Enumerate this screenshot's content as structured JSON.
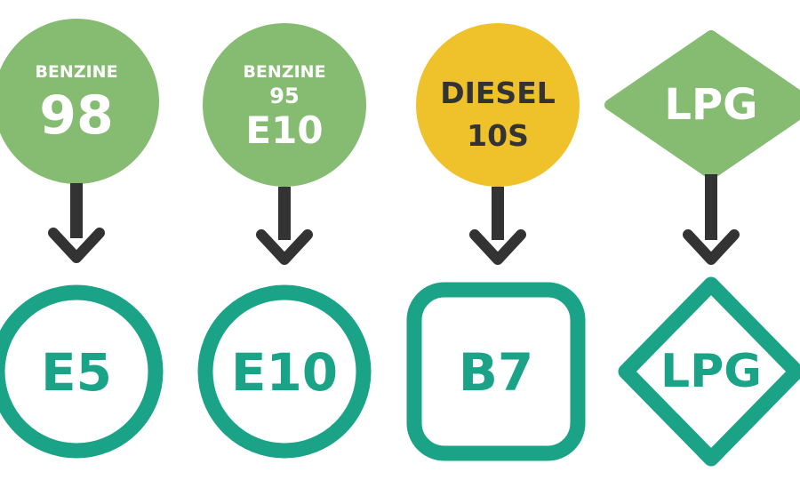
{
  "colors": {
    "old_green": "#86bb72",
    "diesel_yellow": "#efc12a",
    "new_teal": "#1aa386",
    "arrow": "#333333",
    "background": "#ffffff"
  },
  "old_labels": {
    "benzine98": {
      "line1": "BENZINE",
      "line2": "98"
    },
    "benzine95": {
      "line1": "BENZINE",
      "line2": "95",
      "line3": "E10"
    },
    "diesel": {
      "line1": "DIESEL",
      "line2": "10S"
    },
    "lpg": {
      "line1": "LPG"
    }
  },
  "new_labels": {
    "e5": "E5",
    "e10": "E10",
    "b7": "B7",
    "lpg": "LPG"
  },
  "shapes": {
    "old": [
      "circle",
      "circle",
      "circle",
      "diamond"
    ],
    "new": [
      "circle",
      "circle",
      "rounded-square",
      "diamond"
    ]
  }
}
